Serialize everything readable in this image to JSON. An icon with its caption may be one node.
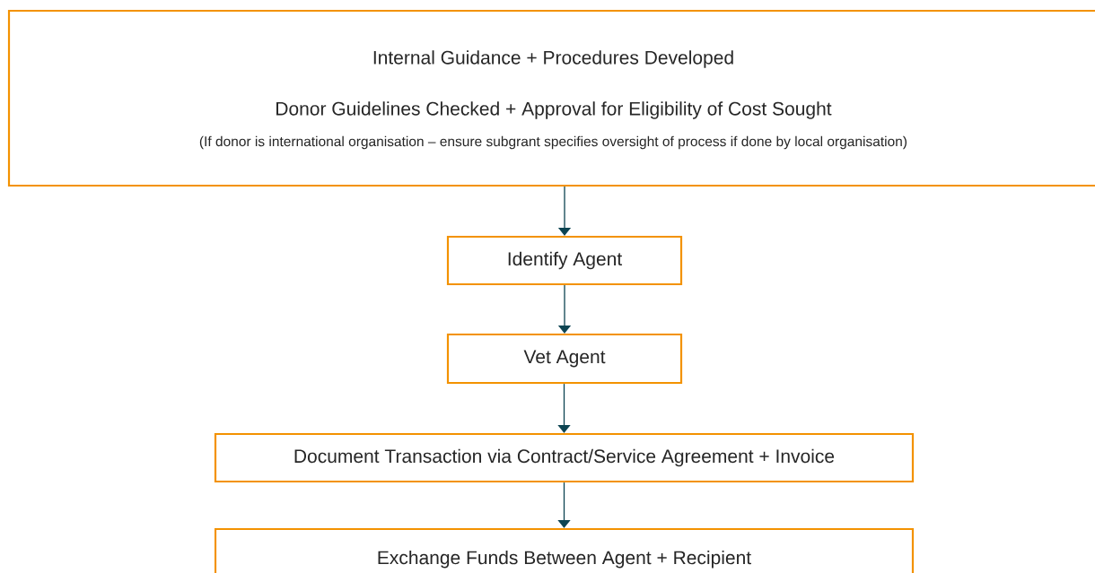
{
  "diagram": {
    "nodes": [
      {
        "text": [
          "Internal Guidance + Procedures Developed",
          "Donor Guidelines Checked + Approval for Eligibility of Cost Sought",
          "(If donor is international organisation – ensure subgrant specifies oversight of process if done by local organisation)"
        ]
      },
      {
        "text": [
          "Identify Agent"
        ]
      },
      {
        "text": [
          "Vet Agent"
        ]
      },
      {
        "text": [
          "Document Transaction via Contract/Service Agreement + Invoice"
        ]
      },
      {
        "text": [
          "Exchange Funds Between Agent + Recipient"
        ]
      }
    ],
    "edges": [
      {
        "from": 0,
        "to": 1,
        "arrow": "to"
      },
      {
        "from": 1,
        "to": 2,
        "arrow": "to"
      },
      {
        "from": 2,
        "to": 3,
        "arrow": "to"
      },
      {
        "from": 3,
        "to": 4,
        "arrow": "to"
      }
    ]
  }
}
